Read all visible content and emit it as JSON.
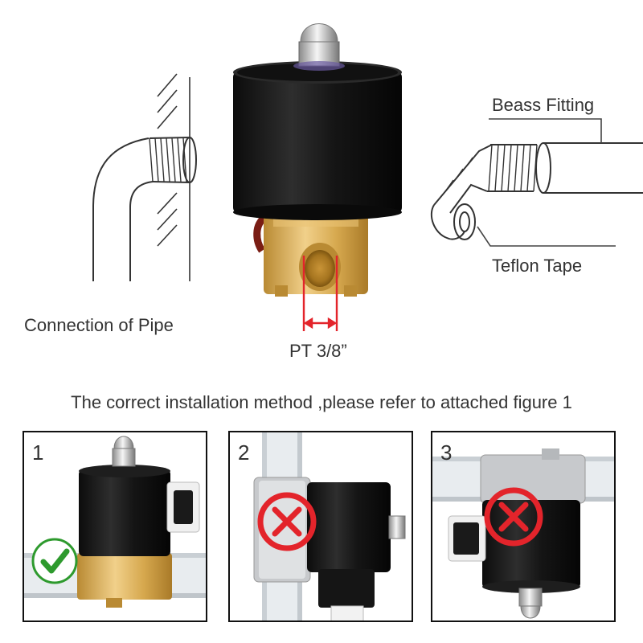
{
  "labels": {
    "connection_of_pipe": "Connection of Pipe",
    "thread_size": "PT 3/8”",
    "brass_fitting": "Beass Fitting",
    "teflon_tape": "Teflon Tape"
  },
  "caption": "The correct installation method ,please refer to attached figure 1",
  "panels": [
    {
      "number": "1",
      "status": "correct",
      "icon": "check-icon"
    },
    {
      "number": "2",
      "status": "incorrect",
      "icon": "cross-icon"
    },
    {
      "number": "3",
      "status": "incorrect",
      "icon": "cross-icon"
    }
  ],
  "colors": {
    "correct_green": "#2e9a2e",
    "incorrect_red": "#e3242b",
    "brass": "#d9ad55",
    "coil_black": "#141414",
    "dimension_red": "#e3242b"
  }
}
